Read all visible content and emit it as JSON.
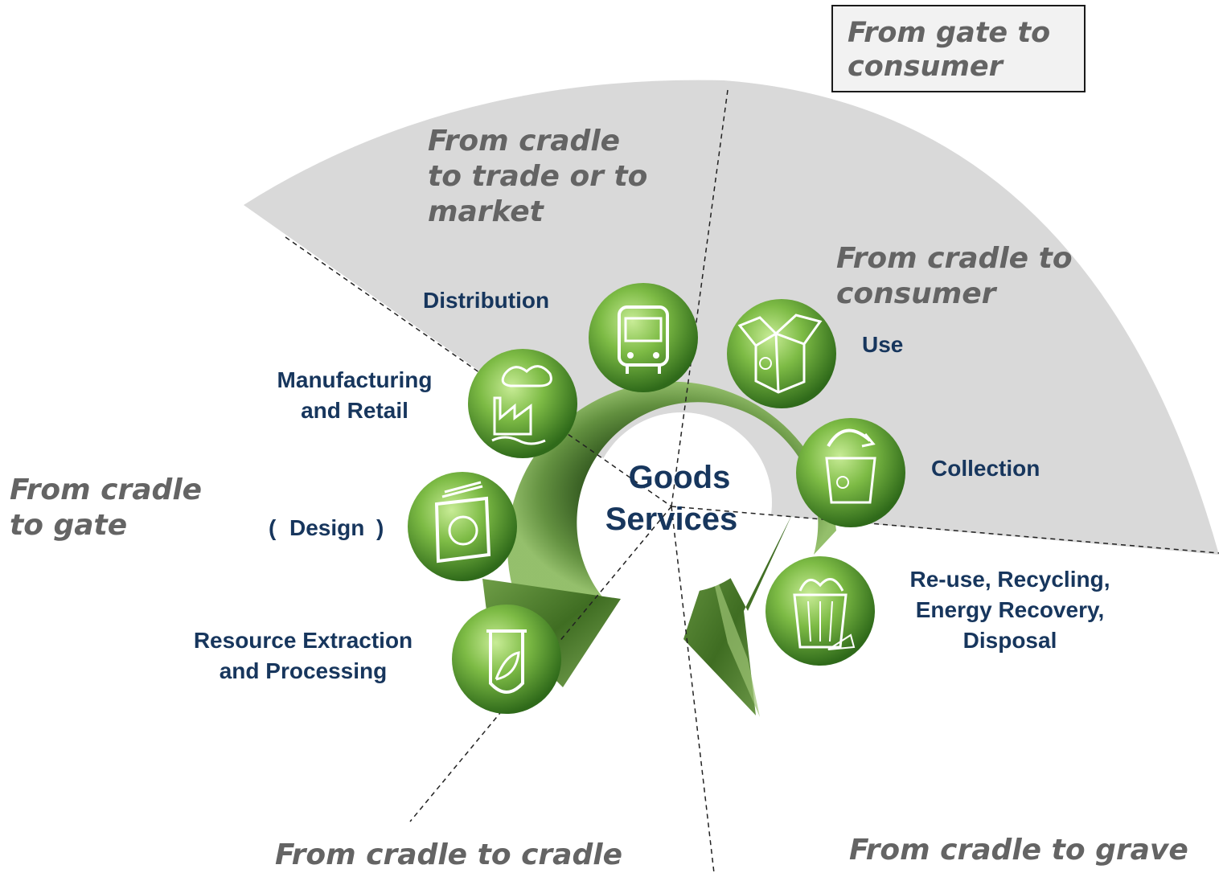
{
  "scopes": {
    "gate_to_consumer": "From gate to\nconsumer",
    "cradle_to_trade": "From cradle\nto trade or to\nmarket",
    "cradle_to_consumer": "From cradle to\nconsumer",
    "cradle_to_gate": "From cradle\nto gate",
    "cradle_to_cradle": "From cradle to cradle",
    "cradle_to_grave": "From cradle to grave"
  },
  "stages": {
    "distribution": "Distribution",
    "manufacturing": "Manufacturing\nand Retail",
    "design_open": "(",
    "design": "Design",
    "design_close": ")",
    "resource": "Resource Extraction\nand Processing",
    "use": "Use",
    "collection": "Collection",
    "end_of_life": "Re-use, Recycling,\nEnergy Recovery,\nDisposal"
  },
  "center": {
    "goods": "Goods",
    "services": "Services"
  },
  "icons": [
    "test-tube-leaf-icon",
    "washing-machine-recycle-icon",
    "factory-icon",
    "bus-icon",
    "open-box-recycle-icon",
    "collection-box-icon",
    "trash-bin-recycle-icon"
  ],
  "colors": {
    "sector_fill": "#d9d9d9",
    "arrow_green": "#4f7a2f",
    "icon_green": "#6fae3c",
    "label_navy": "#17365d",
    "scope_text_gray": "#646464"
  }
}
